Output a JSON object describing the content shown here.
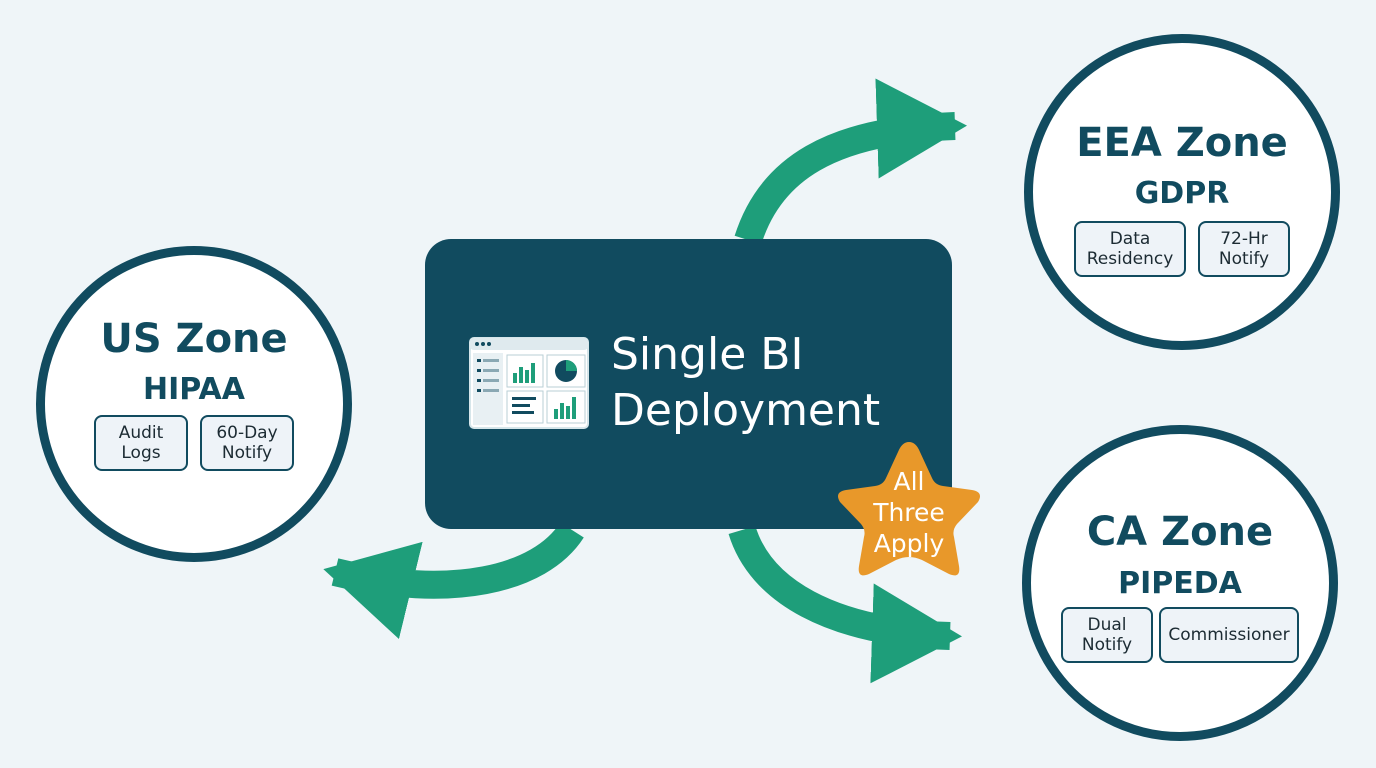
{
  "center": {
    "title": "Single BI\nDeployment",
    "icon": "dashboard-icon"
  },
  "badge": {
    "text": "All\nThree\nApply",
    "color": "#e8982a"
  },
  "zones": {
    "us": {
      "title": "US Zone",
      "regulation": "HIPAA",
      "tags": [
        "Audit\nLogs",
        "60-Day\nNotify"
      ]
    },
    "eea": {
      "title": "EEA Zone",
      "regulation": "GDPR",
      "tags": [
        "Data\nResidency",
        "72-Hr\nNotify"
      ]
    },
    "ca": {
      "title": "CA Zone",
      "regulation": "PIPEDA",
      "tags": [
        "Dual\nNotify",
        "Commissioner"
      ]
    }
  },
  "colors": {
    "primary": "#114b5f",
    "arrow": "#1e9e7a",
    "background": "#eff5f8",
    "badge": "#e8982a"
  }
}
